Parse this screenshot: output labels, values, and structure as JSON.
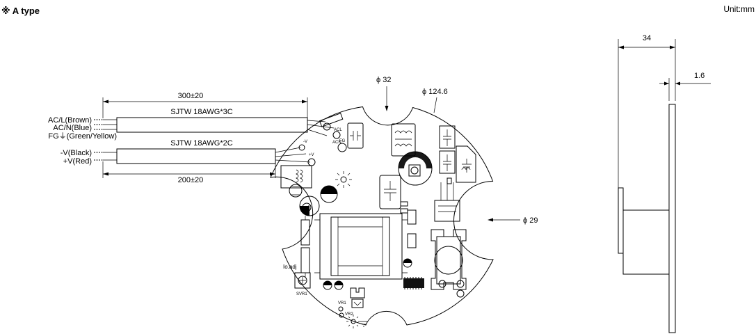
{
  "header": {
    "title": "※ A type",
    "unit": "Unit:mm"
  },
  "dimensions": {
    "cable1_length": "300±20",
    "cable2_length": "200±20",
    "hole_diameter": "ϕ 32",
    "board_diameter": "ϕ 124.6",
    "notch_diameter": "ϕ 29",
    "side_depth": "34",
    "side_thickness": "1.6"
  },
  "cables": {
    "cable1_spec": "SJTW 18AWG*3C",
    "cable2_spec": "SJTW 18AWG*2C",
    "ac_l": "AC/L(Brown)",
    "ac_n": "AC/N(Blue)",
    "fg": "FG⏚(Green/Yellow)",
    "v_minus": "-V(Black)",
    "v_plus": "+V(Red)"
  },
  "board_labels": {
    "acl": "ACL",
    "acn": "ACN",
    "fg": "FG",
    "vminus": "-V",
    "vplus": "+V",
    "io_adj": "Io.adj",
    "svr1": "SVR1",
    "vr1": "VR1",
    "vr2": "VR2"
  }
}
